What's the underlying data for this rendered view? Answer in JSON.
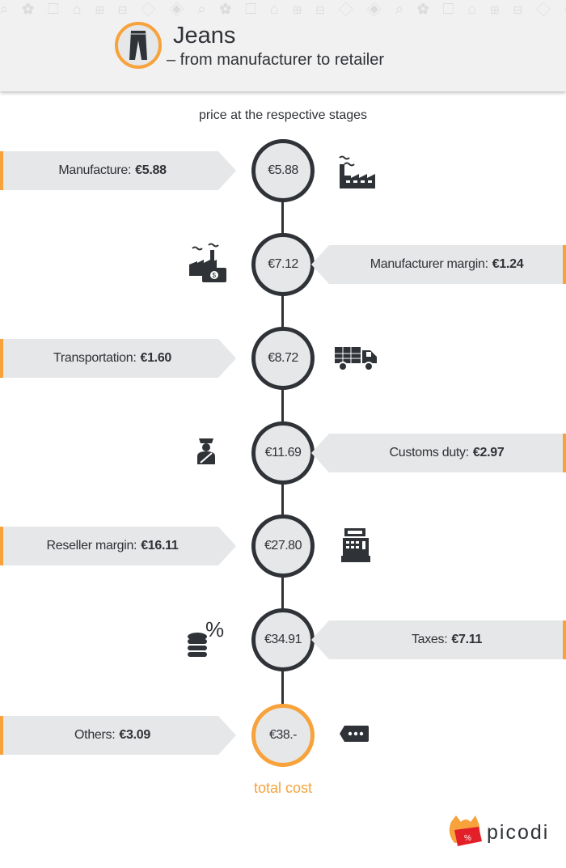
{
  "header": {
    "title": "Jeans",
    "subtitle": "– from manufacturer to retailer"
  },
  "caption": "price at the respective stages",
  "stages": [
    {
      "price": "€5.88",
      "label": "Manufacture:",
      "value": "€5.88",
      "side": "left",
      "icon": "factory-icon"
    },
    {
      "price": "€7.12",
      "label": "Manufacturer margin:",
      "value": "€1.24",
      "side": "right",
      "icon": "factory-money-icon"
    },
    {
      "price": "€8.72",
      "label": "Transportation:",
      "value": "€1.60",
      "side": "left",
      "icon": "truck-icon"
    },
    {
      "price": "€11.69",
      "label": "Customs duty:",
      "value": "€2.97",
      "side": "right",
      "icon": "customs-officer-icon"
    },
    {
      "price": "€27.80",
      "label": "Reseller margin:",
      "value": "€16.11",
      "side": "left",
      "icon": "cash-register-icon"
    },
    {
      "price": "€34.91",
      "label": "Taxes:",
      "value": "€7.11",
      "side": "right",
      "icon": "coins-percent-icon"
    },
    {
      "price": "€38.-",
      "label": "Others:",
      "value": "€3.09",
      "side": "left",
      "icon": "more-tag-icon",
      "total": true
    }
  ],
  "total_label": "total cost",
  "logo": {
    "text": "picodi"
  },
  "colors": {
    "accent": "#f7a23b",
    "dark": "#2f3237",
    "banner": "#e6e7e8"
  }
}
